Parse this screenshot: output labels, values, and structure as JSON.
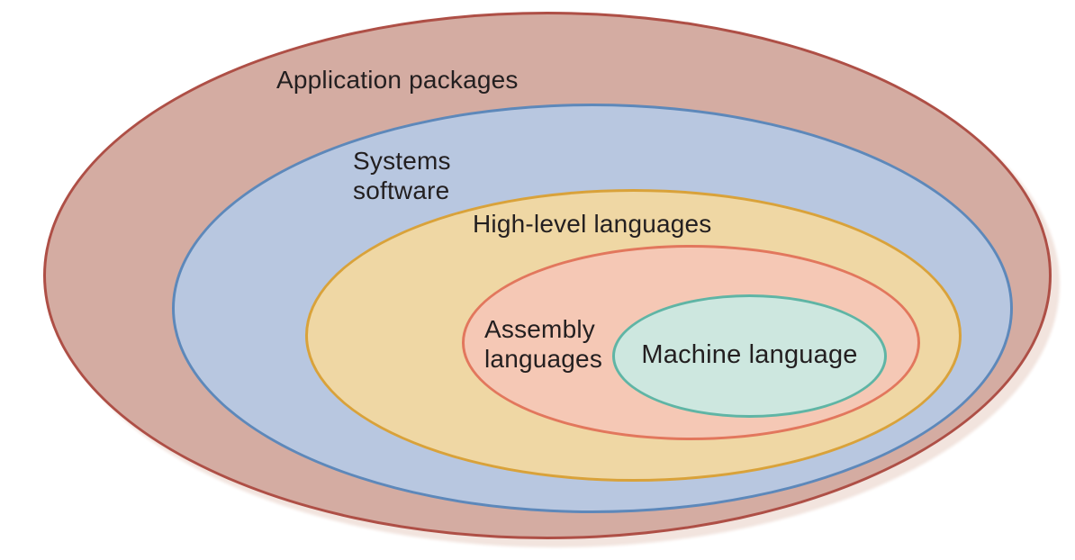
{
  "diagram": {
    "background": "#ffffff",
    "text_color": "#231f20",
    "shadow_color": "#f2e4de",
    "layers": [
      {
        "id": "application-packages",
        "label": "Application packages",
        "fill": "#d4aca2",
        "border": "#ae4f46"
      },
      {
        "id": "systems-software",
        "label": "Systems software",
        "lines": [
          "Systems",
          "software"
        ],
        "fill": "#b8c7e0",
        "border": "#5d88ba"
      },
      {
        "id": "high-level-languages",
        "label": "High-level languages",
        "fill": "#efd7a4",
        "border": "#d9a23a"
      },
      {
        "id": "assembly-languages",
        "label": "Assembly languages",
        "lines": [
          "Assembly",
          "languages"
        ],
        "fill": "#f5c8b5",
        "border": "#e2775d"
      },
      {
        "id": "machine-language",
        "label": "Machine language",
        "fill": "#cde7df",
        "border": "#5fb5a5"
      }
    ]
  }
}
